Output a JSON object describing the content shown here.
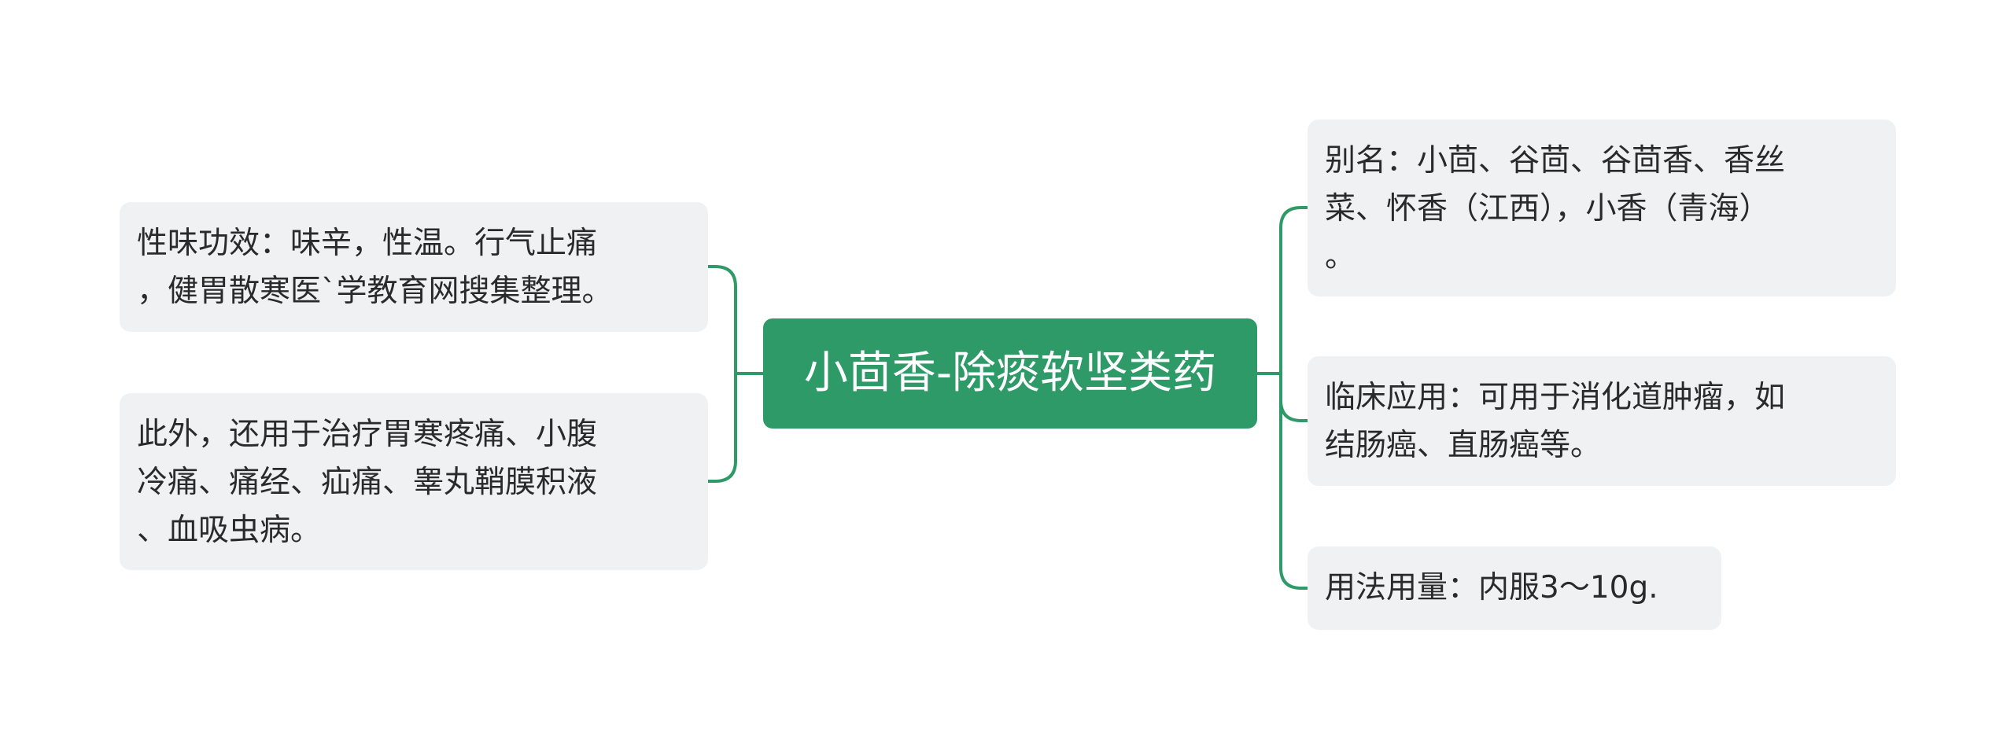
{
  "colors": {
    "accent": "#2e9a68",
    "node_bg": "#eff1f3",
    "text": "#2a2a2a",
    "root_text": "#ffffff"
  },
  "root": {
    "label": "小茴香-除痰软坚类药"
  },
  "left_branches": [
    {
      "lines": [
        "性味功效：味辛，性温。行气止痛",
        "，健胃散寒医`学教育网搜集整理。"
      ]
    },
    {
      "lines": [
        "此外，还用于治疗胃寒疼痛、小腹",
        "冷痛、痛经、疝痛、睾丸鞘膜积液",
        "、血吸虫病。"
      ]
    }
  ],
  "right_branches": [
    {
      "lines": [
        "别名：小茴、谷茴、谷茴香、香丝",
        "菜、怀香（江西），小香（青海）",
        "。"
      ]
    },
    {
      "lines": [
        "临床应用：可用于消化道肿瘤，如",
        "结肠癌、直肠癌等。"
      ]
    },
    {
      "lines": [
        "用法用量：内服3～10g."
      ]
    }
  ]
}
